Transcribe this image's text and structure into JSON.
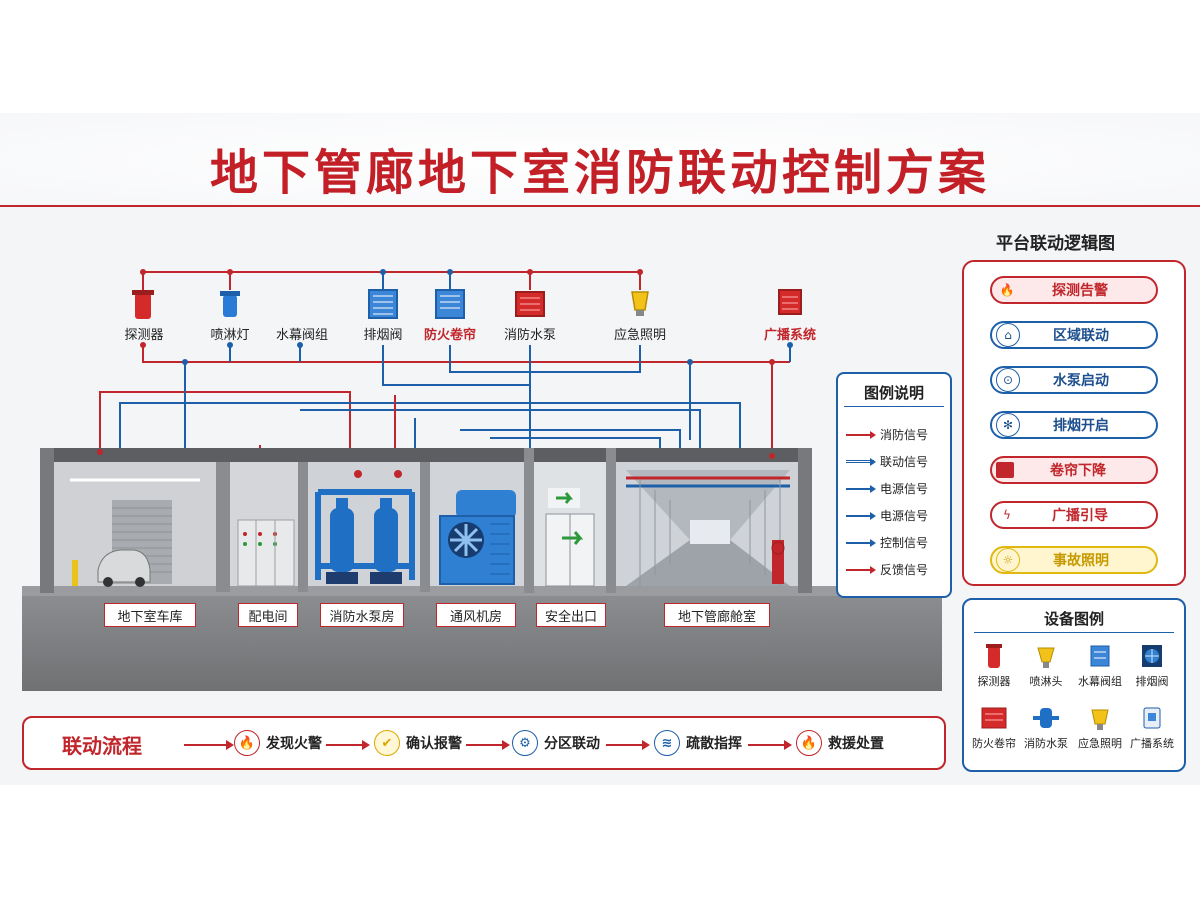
{
  "title": "地下管廊地下室消防联动控制方案",
  "devices_top": [
    {
      "label": "探测器",
      "red": false
    },
    {
      "label": "喷淋灯",
      "red": false
    },
    {
      "label": "水幕阀组",
      "red": false
    },
    {
      "label": "排烟阀",
      "red": false
    },
    {
      "label": "防火卷帘",
      "red": true
    },
    {
      "label": "消防水泵",
      "red": false
    },
    {
      "label": "应急照明",
      "red": false
    },
    {
      "label": "广播系统",
      "red": true
    }
  ],
  "rooms": [
    "地下室车库",
    "配电间",
    "消防水泵房",
    "通风机房",
    "安全出口",
    "地下管廊舱室"
  ],
  "legend": {
    "title": "图例说明",
    "items": [
      {
        "label": "消防信号",
        "color": "#c0262b"
      },
      {
        "label": "联动信号",
        "color": "#1d5fa8"
      },
      {
        "label": "电源信号",
        "color": "#1d5fa8"
      },
      {
        "label": "电源信号",
        "color": "#1d5fa8"
      },
      {
        "label": "控制信号",
        "color": "#1d5fa8"
      },
      {
        "label": "反馈信号",
        "color": "#c0262b"
      }
    ]
  },
  "logic": {
    "title": "平台联动逻辑图",
    "steps": [
      {
        "label": "探测告警",
        "style": "red"
      },
      {
        "label": "区域联动",
        "style": "blue"
      },
      {
        "label": "水泵启动",
        "style": "blue"
      },
      {
        "label": "排烟开启",
        "style": "blue"
      },
      {
        "label": "卷帘下降",
        "style": "red"
      },
      {
        "label": "广播引导",
        "style": "red"
      },
      {
        "label": "事故照明",
        "style": "yellow"
      }
    ]
  },
  "device_legend": {
    "title": "设备图例",
    "items": [
      "探测器",
      "喷淋头",
      "水幕阀组",
      "排烟阀",
      "防火卷帘",
      "消防水泵",
      "应急照明",
      "广播系统"
    ]
  },
  "flow": {
    "title": "联动流程",
    "steps": [
      "发现火警",
      "确认报警",
      "分区联动",
      "疏散指挥",
      "救援处置"
    ]
  },
  "colors": {
    "red": "#c0262b",
    "blue": "#1d5fa8",
    "yellow": "#f2c21a"
  }
}
